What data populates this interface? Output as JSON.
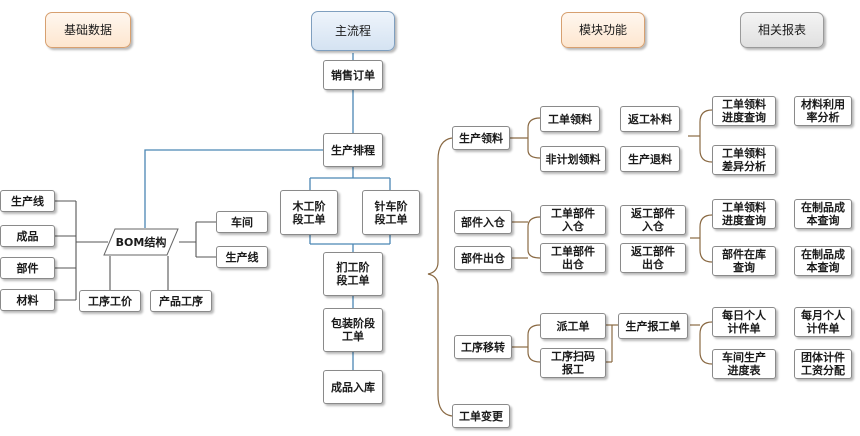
{
  "headers": {
    "basic_data": "基础数据",
    "main_flow": "主流程",
    "module_functions": "模块功能",
    "related_reports": "相关报表"
  },
  "basic_data": {
    "bom": "BOM结构",
    "production_line_left": "生产线",
    "finished_product": "成品",
    "component": "部件",
    "material": "材料",
    "process_price": "工序工价",
    "product_process": "产品工序",
    "workshop": "车间",
    "production_line_right": "生产线"
  },
  "main_flow": {
    "sales_order": "销售订单",
    "production_scheduling": "生产排程",
    "wood_stage_order": "木工阶段工单",
    "sewing_stage_order": "针车阶段工单",
    "upholstery_stage_order": "扪工阶段工单",
    "packing_stage_order": "包装阶段工单",
    "finished_goods_inbound": "成品入库"
  },
  "modules": {
    "production_picking": "生产领料",
    "component_inbound": "部件入仓",
    "component_outbound": "部件出仓",
    "process_transfer": "工序移转",
    "order_change": "工单变更",
    "work_order_picking": "工单领料",
    "non_plan_picking": "非计划领料",
    "rework_replenish": "返工补料",
    "production_return": "生产退料",
    "work_order_component_in": "工单部件入仓",
    "work_order_component_out": "工单部件出仓",
    "rework_component_in": "返工部件入仓",
    "rework_component_out": "返工部件出仓",
    "dispatch_order": "派工单",
    "process_scan_report": "工序扫码报工",
    "production_report_order": "生产报工单"
  },
  "reports": {
    "picking_progress_query_1": "工单领料进度查询",
    "material_utilization": "材料利用率分析",
    "picking_variance": "工单领料差异分析",
    "picking_progress_query_2": "工单领料进度查询",
    "wip_cost_query": "在制品成本查询",
    "component_stock_query": "部件在库查询",
    "wip_cost_query_2": "在制品成本查询",
    "daily_piece_order": "每日个人计件单",
    "monthly_piece_order": "每月个人计件单",
    "workshop_progress": "车间生产进度表",
    "group_piece_wage": "团体计件工资分配"
  },
  "colors": {
    "main_line": "#4a86b4",
    "module_line": "#8a6a44",
    "basic_line": "#555555",
    "bracket": "#8a6a44"
  }
}
